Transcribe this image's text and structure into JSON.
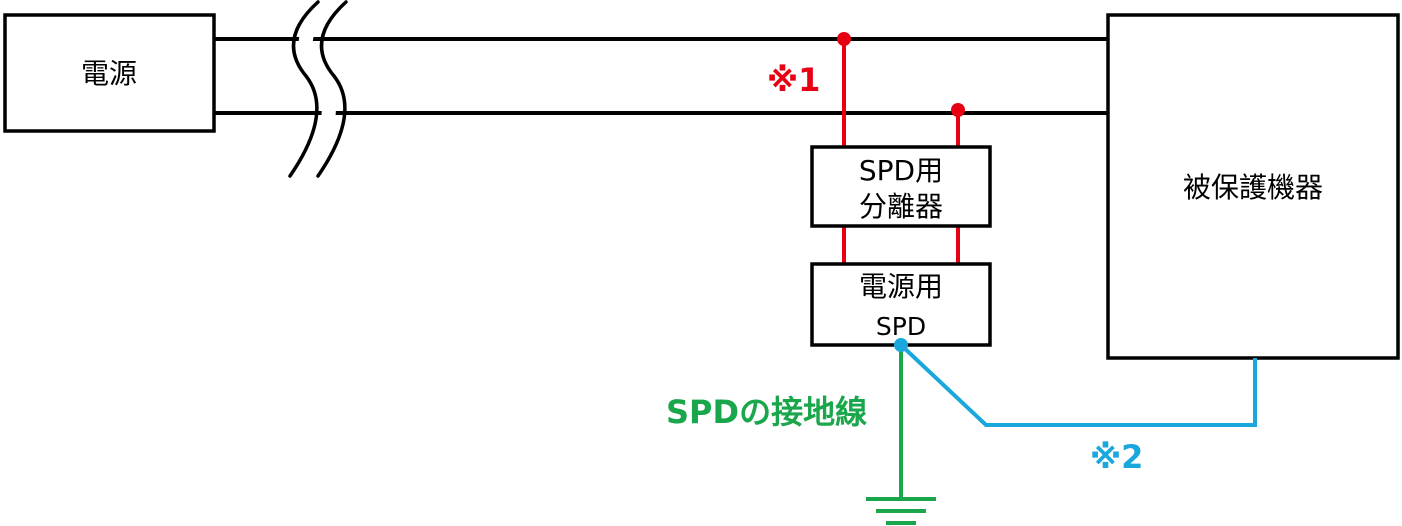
{
  "power_source": {
    "label": "電源"
  },
  "protected_equipment": {
    "label": "被保護機器"
  },
  "spd_disconnector": {
    "line1": "SPD用",
    "line2": "分離器"
  },
  "power_spd": {
    "line1": "電源用",
    "line2": "SPD"
  },
  "notes": {
    "note1": "※1",
    "note2": "※2"
  },
  "grounding_wire": {
    "label": "SPDの接地線"
  },
  "colors": {
    "red_wire": "#e60012",
    "cyan_wire": "#1aa7dc",
    "green_wire": "#1aa64a",
    "black_wire": "#000000"
  },
  "icons": {
    "break_mark": "wire-break-icon",
    "ground": "ground-symbol-icon"
  }
}
